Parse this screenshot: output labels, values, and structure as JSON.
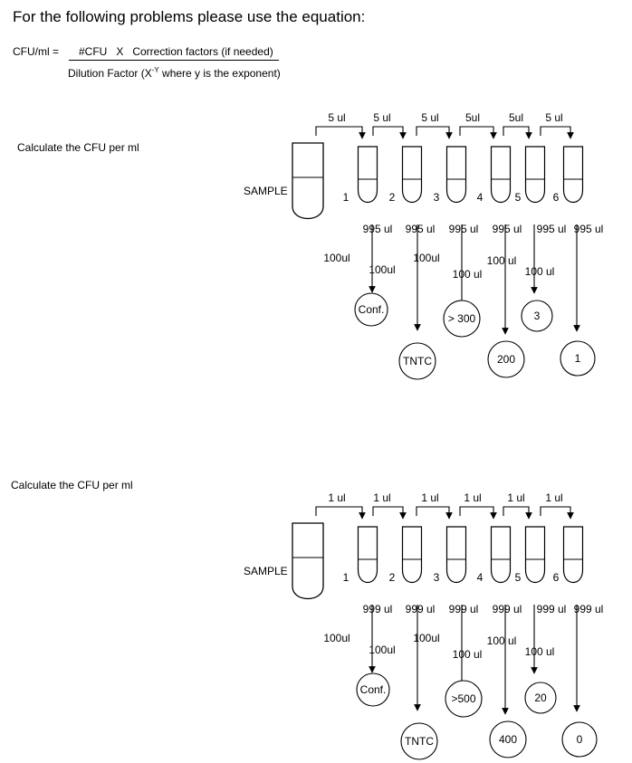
{
  "heading": "For the following problems please use the equation:",
  "equation": {
    "lhs": "CFU/ml =",
    "numerator": "#CFU   X   Correction factors (if needed)",
    "denominator_prefix": "Dilution Factor (X",
    "denominator_sup": "-Y",
    "denominator_suffix": " where y is the exponent)"
  },
  "problems": [
    {
      "prompt": "Calculate the CFU per ml",
      "sample_label": "SAMPLE",
      "transfers": [
        "5 ul",
        "5 ul",
        "5 ul",
        "5ul",
        "5ul",
        "5 ul"
      ],
      "tube_numbers": [
        "1",
        "2",
        "3",
        "4",
        "5",
        "6"
      ],
      "diluent_volumes": [
        "995 ul",
        "995 ul",
        "995 ul",
        "995 ul",
        "995 ul",
        "995 ul"
      ],
      "plated_volumes": [
        "100ul",
        "100ul",
        "100ul",
        "100 ul",
        "100 ul",
        "100 ul"
      ],
      "plate_counts": [
        "Conf.",
        "TNTC",
        "> 300",
        "200",
        "3",
        "1"
      ]
    },
    {
      "prompt": "Calculate the CFU per ml",
      "sample_label": "SAMPLE",
      "transfers": [
        "1  ul",
        "1 ul",
        "1 ul",
        "1 ul",
        "1 ul",
        "1 ul"
      ],
      "tube_numbers": [
        "1",
        "2",
        "3",
        "4",
        "5",
        "6"
      ],
      "diluent_volumes": [
        "999 ul",
        "999 ul",
        "999 ul",
        "999 ul",
        "999 ul",
        "999 ul"
      ],
      "plated_volumes": [
        "100ul",
        "100ul",
        "100ul",
        "100 ul",
        "100 ul",
        "100 ul"
      ],
      "plate_counts": [
        "Conf.",
        "TNTC",
        ">500",
        "400",
        "20",
        "0"
      ]
    }
  ]
}
